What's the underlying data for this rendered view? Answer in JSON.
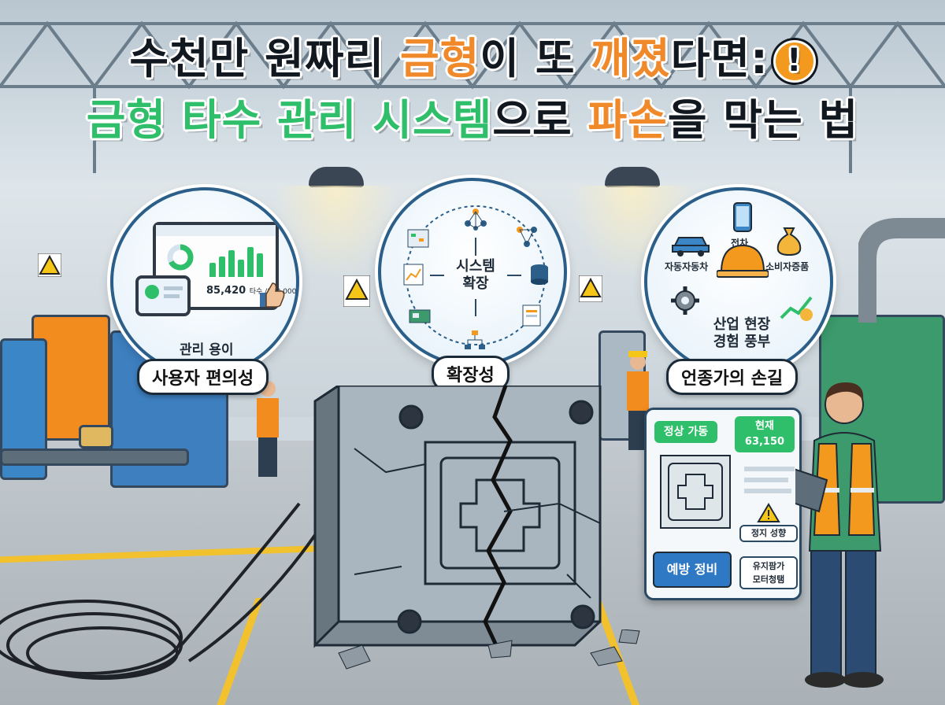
{
  "title": {
    "line1": {
      "part1": "수천만 원짜리 ",
      "part2": "금형",
      "part3": "이 또 ",
      "part4": "깨졌",
      "part5": "다면:",
      "badge": "!"
    },
    "line2": {
      "part1": "금형 타수 관리 시스템",
      "part2": "으로 ",
      "part3": "파손",
      "part4": "을 막는 법"
    }
  },
  "bubbles": {
    "usability": {
      "caption": "사용자 편의성",
      "inner_label": "관리 용이",
      "counter": "85,420",
      "counter_unit": "타수 /100,000"
    },
    "scalability": {
      "caption": "확장성",
      "center_line1": "시스템",
      "center_line2": "확장"
    },
    "expertise": {
      "caption": "언종가의 손길",
      "label_car": "자동자동차",
      "label_phone": "전차",
      "label_consumer": "소비자증품",
      "center_line1": "산업 현장",
      "center_line2": "경험 풍부"
    }
  },
  "panel": {
    "status": "정상 가동",
    "current_label": "현재",
    "current_value": "63,150",
    "warning": "정지 성향",
    "maintenance": "예방 정비",
    "monitor_line1": "유지팜가",
    "monitor_line2": "모터청탬"
  },
  "colors": {
    "orange": "#f0892a",
    "green": "#2fbf6a",
    "navy": "#2b5f8a"
  }
}
